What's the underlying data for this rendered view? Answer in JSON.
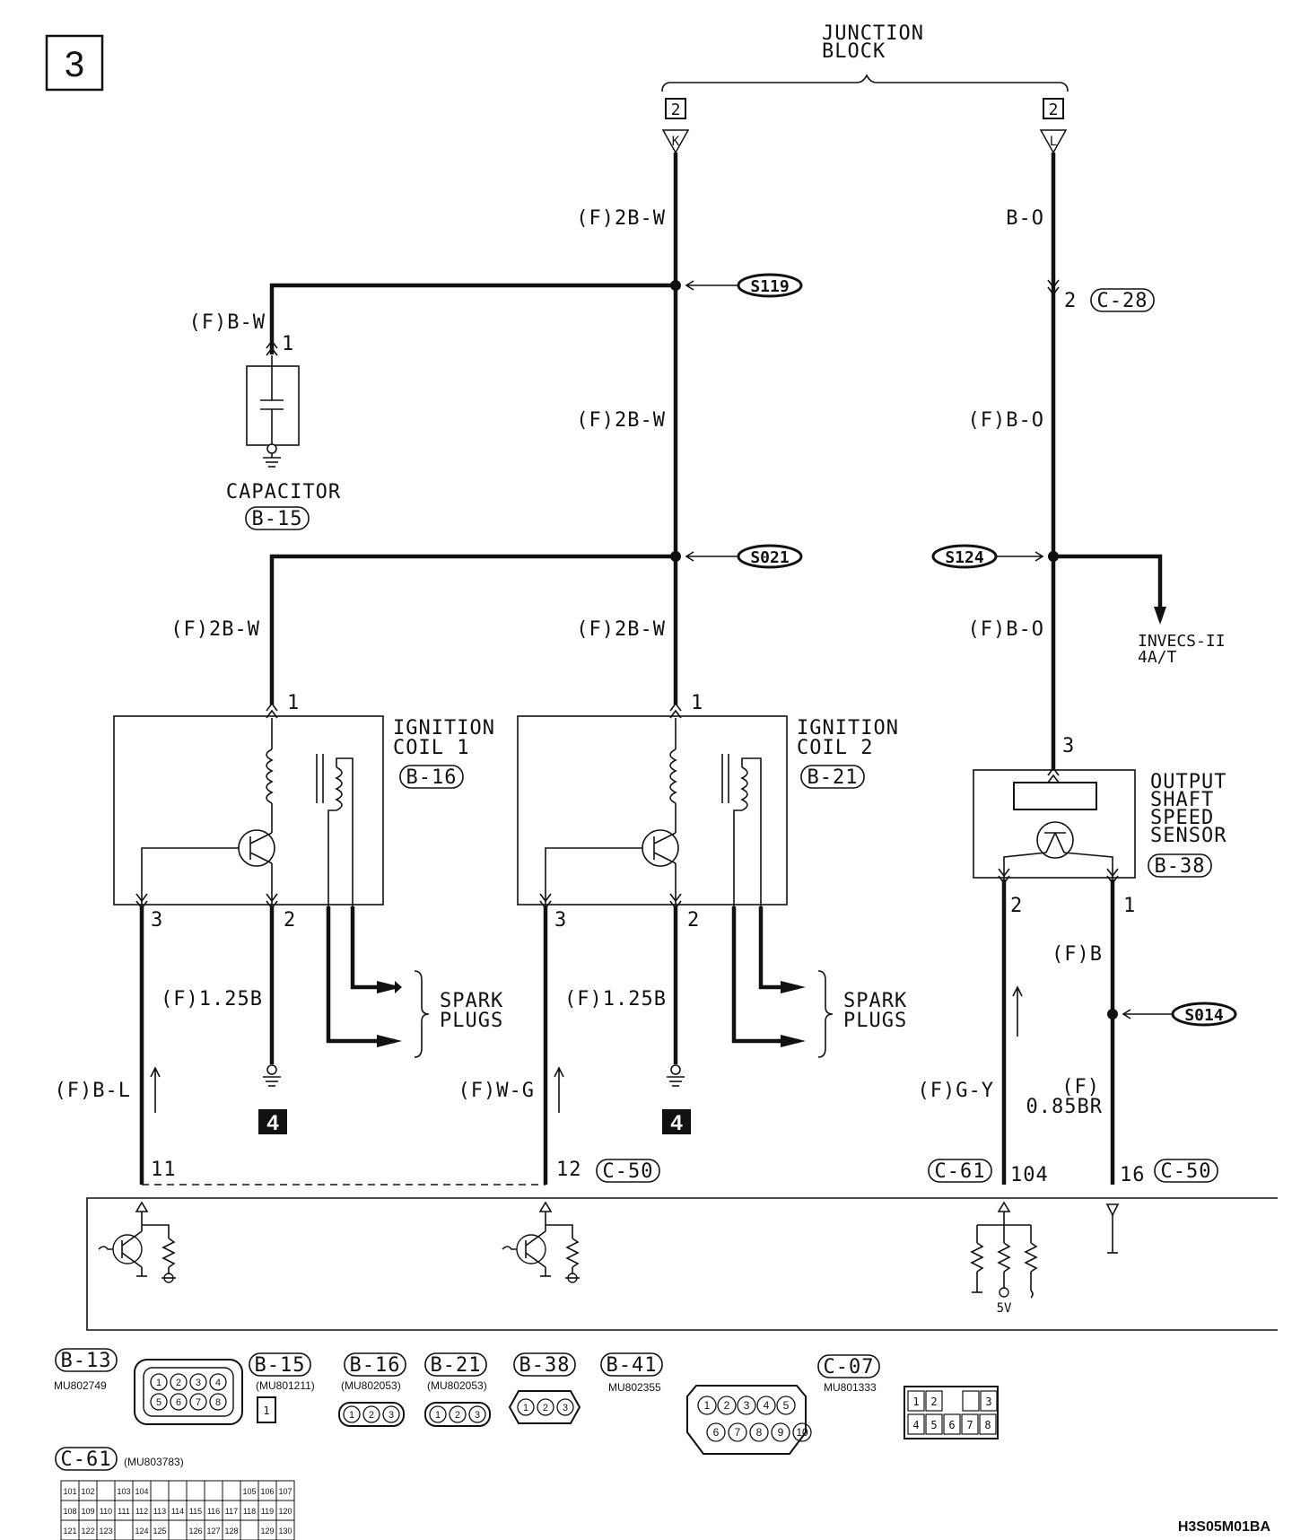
{
  "page": {
    "number": "3",
    "figure_code": "H3S05M01BA"
  },
  "junction_block": {
    "title_line1": "JUNCTION",
    "title_line2": "BLOCK",
    "ref_left": "2",
    "ref_right": "2",
    "terminal_left": "K",
    "terminal_right": "L"
  },
  "wires": {
    "k_top": "(F)2B-W",
    "k_mid": "(F)2B-W",
    "k_low": "(F)2B-W",
    "coil1_feed": "(F)2B-W",
    "capacitor_feed": "(F)B-W",
    "l_top": "B-O",
    "l_mid": "(F)B-O",
    "l_low": "(F)B-O",
    "coil1_ground": "(F)1.25B",
    "coil2_ground": "(F)1.25B",
    "coil1_signal": "(F)B-L",
    "coil2_signal": "(F)W-G",
    "sensor_signal": "(F)G-Y",
    "sensor_ground_top": "(F)B",
    "sensor_ground_bottom_1": "(F)",
    "sensor_ground_bottom_2": "0.85BR"
  },
  "splices": {
    "s119": "S119",
    "s021": "S021",
    "s124": "S124",
    "s014": "S014"
  },
  "components": {
    "capacitor": {
      "name": "CAPACITOR",
      "ref": "B-15",
      "pin": "1"
    },
    "coil1": {
      "name_line1": "IGNITION",
      "name_line2": "COIL 1",
      "ref": "B-16",
      "pin_top": "1",
      "pin_left": "3",
      "pin_right": "2"
    },
    "coil2": {
      "name_line1": "IGNITION",
      "name_line2": "COIL 2",
      "ref": "B-21",
      "pin_top": "1",
      "pin_left": "3",
      "pin_right": "2"
    },
    "sensor": {
      "name_line1": "OUTPUT",
      "name_line2": "SHAFT",
      "name_line3": "SPEED",
      "name_line4": "SENSOR",
      "ref": "B-38",
      "pin_top": "3",
      "pin_left": "2",
      "pin_right": "1"
    },
    "spark_plugs_1": {
      "line1": "SPARK",
      "line2": "PLUGS"
    },
    "spark_plugs_2": {
      "line1": "SPARK",
      "line2": "PLUGS"
    },
    "invecs": {
      "line1": "INVECS-II",
      "line2": "4A/T"
    },
    "ground_ref_1": "4",
    "ground_ref_2": "4"
  },
  "connectors": {
    "c28_pin": "2",
    "c28_ref": "C-28",
    "ecu_pin_11": "11",
    "ecu_pin_12": "12",
    "ecu_c50_a": "C-50",
    "ecu_c61": "C-61",
    "ecu_pin_104": "104",
    "ecu_pin_16": "16",
    "ecu_c50_b": "C-50",
    "ecu_5v": "5V"
  },
  "legend": {
    "b13": {
      "ref": "B-13",
      "part": "MU802749",
      "pins": [
        "1",
        "2",
        "3",
        "4",
        "5",
        "6",
        "7",
        "8"
      ]
    },
    "b15": {
      "ref": "B-15",
      "part": "(MU801211)",
      "pins": [
        "1"
      ]
    },
    "b16": {
      "ref": "B-16",
      "part": "(MU802053)",
      "pins": [
        "1",
        "2",
        "3"
      ]
    },
    "b21": {
      "ref": "B-21",
      "part": "(MU802053)",
      "pins": [
        "1",
        "2",
        "3"
      ]
    },
    "b38": {
      "ref": "B-38",
      "pins": [
        "1",
        "2",
        "3"
      ]
    },
    "b41": {
      "ref": "B-41",
      "part": "MU802355",
      "pins": [
        "1",
        "2",
        "3",
        "4",
        "5",
        "6",
        "7",
        "8",
        "9",
        "10"
      ]
    },
    "c07": {
      "ref": "C-07",
      "part": "MU801333",
      "pins": [
        "1",
        "2",
        "3",
        "4",
        "5",
        "6",
        "7",
        "8"
      ]
    },
    "c61": {
      "ref": "C-61",
      "part": "(MU803783)",
      "rows": [
        [
          "101",
          "102",
          "",
          "103",
          "104",
          "",
          "",
          "",
          "",
          "",
          "105",
          "106",
          "107"
        ],
        [
          "108",
          "109",
          "110",
          "111",
          "112",
          "113",
          "114",
          "115",
          "116",
          "117",
          "118",
          "119",
          "120"
        ],
        [
          "121",
          "122",
          "123",
          "",
          "124",
          "125",
          "",
          "126",
          "127",
          "128",
          "",
          "129",
          "130"
        ]
      ]
    }
  }
}
